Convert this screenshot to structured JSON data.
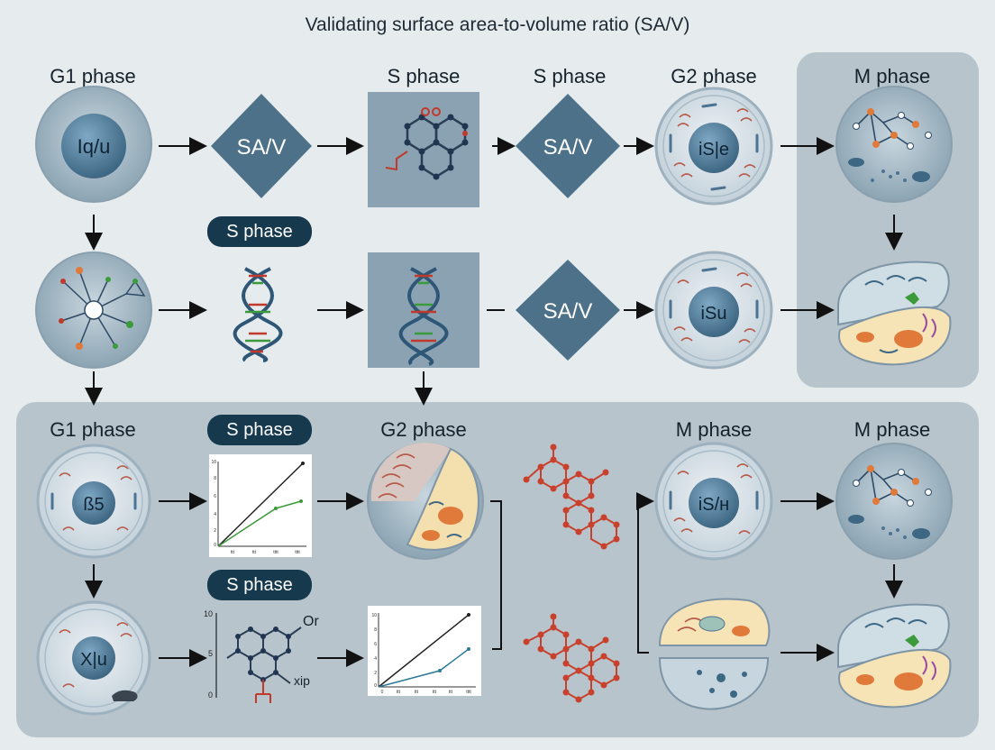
{
  "title": "Validating surface area-to-volume ratio (SA/V)",
  "labels": {
    "g1_top": "G1 phase",
    "s_top_1": "S phase",
    "s_top_2": "S phase",
    "g2_top": "G2 phase",
    "m_top": "M phase",
    "g1_bottom": "G1 phase",
    "g2_bottom": "G2 phase",
    "m_bottom_1": "M phase",
    "m_bottom_2": "M phase"
  },
  "pills": {
    "s_phase_row2": "S phase",
    "s_phase_row3": "S phase",
    "s_phase_row4": "S phase"
  },
  "diamonds": {
    "d1": "SA/V",
    "d2": "SA/V",
    "d3": "SA/V"
  },
  "cells": {
    "nucleus_g1": "Iq/u",
    "nucleus_g2_top": "iS|e",
    "nucleus_g2_mid": "iSu",
    "nucleus_g1_bottom": "ß5",
    "nucleus_xl": "X|u",
    "nucleus_m": "iS/н"
  },
  "mini_chart_1": {
    "y_ticks": [
      "10",
      "8",
      "6",
      "4",
      "2",
      "0"
    ],
    "x_ticks": [
      "ttt",
      "ttt",
      "tttt",
      "tttt"
    ]
  },
  "mini_chart_2": {
    "y_ticks": [
      "10",
      "8",
      "6",
      "4",
      "2",
      "0"
    ],
    "x_ticks": [
      "0",
      "ttt",
      "ttt",
      "ttt",
      "ttt",
      "tttt"
    ]
  },
  "molecule_labels": {
    "o_label": "Or",
    "xip_label": "xip",
    "axis_top": "10",
    "axis_mid": "5",
    "axis_bot": "0"
  },
  "colors": {
    "accent_dark": "#16394e",
    "diamond": "#4d7188",
    "cell_blue": "#5a87a6",
    "panel": "#b7c4cc",
    "red": "#c9412c",
    "green": "#3b9a3a"
  }
}
